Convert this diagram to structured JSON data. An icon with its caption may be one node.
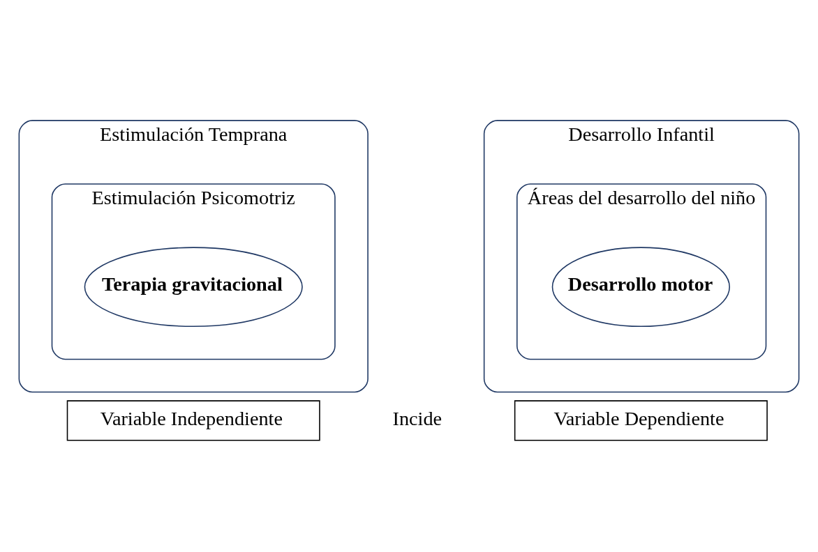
{
  "diagram": {
    "nodes": [
      {
        "text": [
          "Estimulación Temprana"
        ]
      },
      {
        "text": [
          "Estimulación Psicomotriz"
        ],
        "in": 0
      },
      {
        "text": [
          "Terapia gravitacional"
        ],
        "in": 1
      },
      {
        "text": [
          "Desarrollo Infantil"
        ]
      },
      {
        "text": [
          "Áreas del desarrollo del niño"
        ],
        "in": 3
      },
      {
        "text": [
          "Desarrollo motor"
        ],
        "in": 4
      },
      {
        "text": [
          "Variable Independiente"
        ]
      },
      {
        "text": [
          "Variable Dependiente"
        ]
      }
    ],
    "edges": [],
    "labels": [
      "Incide"
    ]
  }
}
